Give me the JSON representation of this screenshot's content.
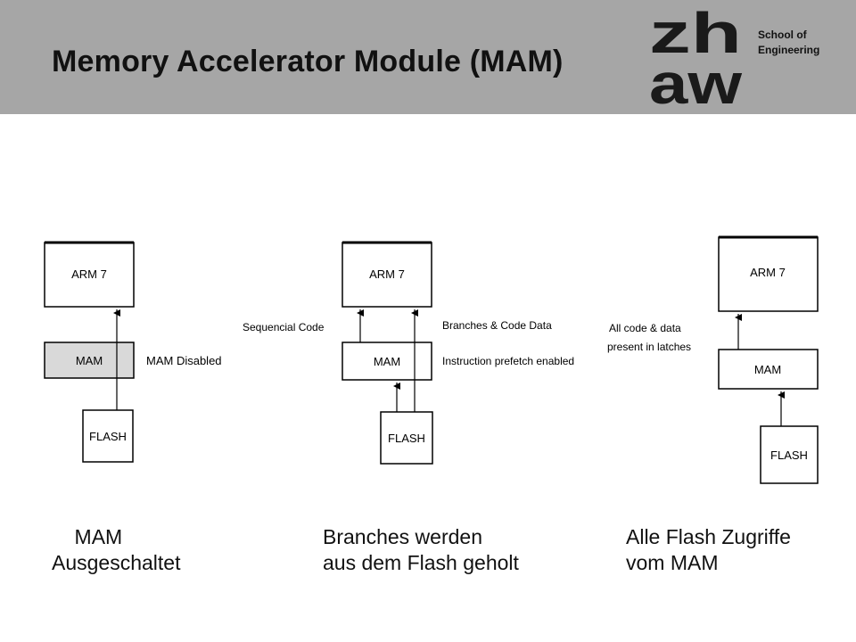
{
  "header": {
    "title": "Memory Accelerator Module (MAM)",
    "logo_top": "zh",
    "logo_bottom": "aw",
    "school_line1": "School of",
    "school_line2": "Engineering",
    "background": "#a6a6a6"
  },
  "diagrams": {
    "d1": {
      "cpu": "ARM 7",
      "mam": "MAM",
      "flash": "FLASH",
      "mam_label": "MAM Disabled",
      "mam_fill": "#d9d9d9"
    },
    "d2": {
      "cpu": "ARM 7",
      "mam": "MAM",
      "flash": "FLASH",
      "left_label": "Sequencial Code",
      "right_label1": "Branches & Code Data",
      "right_label2": "Instruction prefetch enabled"
    },
    "d3": {
      "cpu": "ARM 7",
      "mam": "MAM",
      "flash": "FLASH",
      "label_line1": "All code & data",
      "label_line2": "present in latches"
    }
  },
  "captions": {
    "c1": "    MAM\nAusgeschaltet",
    "c2": "Branches werden\naus dem Flash geholt",
    "c3": "Alle Flash Zugriffe\nvom MAM"
  }
}
